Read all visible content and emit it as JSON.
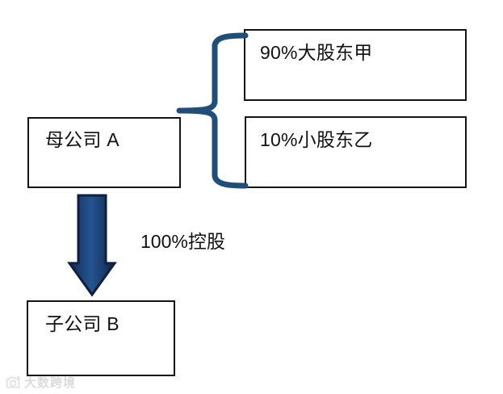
{
  "diagram": {
    "type": "ownership-structure",
    "nodes": [
      {
        "id": "parent",
        "label": "母公司 A"
      },
      {
        "id": "major_holder",
        "label": "90%大股东甲"
      },
      {
        "id": "minor_holder",
        "label": "10%小股东乙"
      },
      {
        "id": "subsidiary",
        "label": "子公司 B"
      }
    ],
    "connectors": [
      {
        "id": "brace",
        "icon": "curly-brace-icon",
        "color": "#1F4E79",
        "from": "parent",
        "to": [
          "major_holder",
          "minor_holder"
        ],
        "label": ""
      },
      {
        "id": "ownership-arrow",
        "icon": "down-arrow-icon",
        "color": "#1F4E8C",
        "outline_color": "#112A4E",
        "from": "parent",
        "to": "subsidiary",
        "label": "100%控股"
      }
    ],
    "colors": {
      "box_border": "#141414",
      "box_fill": "#FFFFFF",
      "text": "#111111",
      "brace_blue": "#1F4E79",
      "arrow_blue": "#1F4E8C",
      "arrow_outline": "#112A4E",
      "background": "#FFFFFF"
    }
  },
  "watermark": {
    "text": "大数跨境",
    "icon": "camera-logo-icon"
  }
}
